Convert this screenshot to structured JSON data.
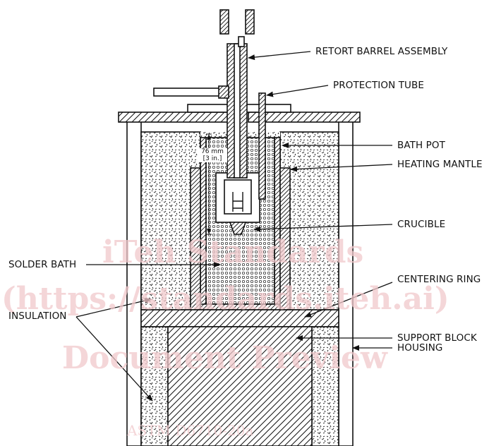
{
  "labels": {
    "retort": "RETORT BARREL ASSEMBLY",
    "protection": "PROTECTION TUBE",
    "bath_pot": "BATH POT",
    "heating_mantle": "HEATING MANTLE",
    "crucible": "CRUCIBLE",
    "solder_bath": "SOLDER BATH",
    "centering_ring": "CENTERING RING",
    "insulation": "INSULATION",
    "support_block": "SUPPORT BLOCK",
    "housing": "HOUSING"
  },
  "dimension": {
    "metric": "76 mm",
    "imperial": "[3 in.]"
  },
  "watermark": {
    "line1": "iTeh Standards",
    "line2": "(https://standards.iteh.ai)",
    "line3": "Document Preview",
    "line4": "ASTM D6710-20a"
  },
  "colors": {
    "line": "#111111",
    "watermark": "#f1c9cc"
  }
}
